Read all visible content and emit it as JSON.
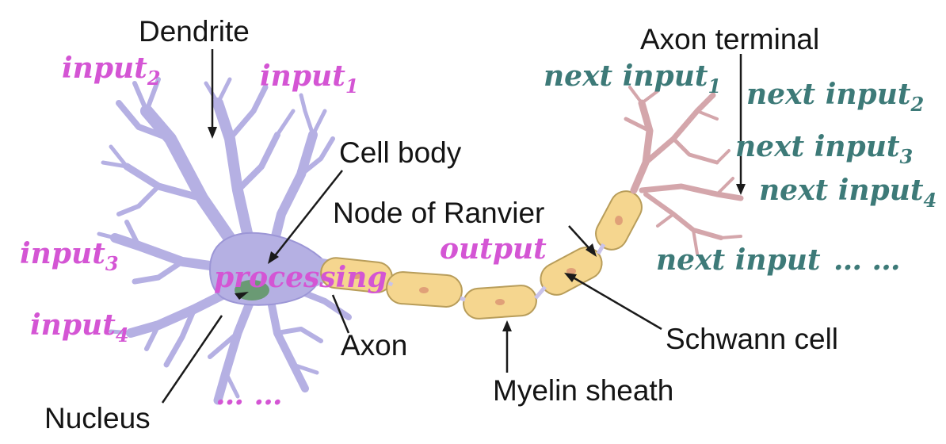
{
  "labels": {
    "dendrite": "Dendrite",
    "axon_terminal": "Axon terminal",
    "cell_body": "Cell body",
    "node_of_ranvier": "Node of Ranvier",
    "nucleus": "Nucleus",
    "axon": "Axon",
    "myelin_sheath": "Myelin sheath",
    "schwann_cell": "Schwann cell"
  },
  "annotations": {
    "inputs": [
      {
        "text": "input",
        "sub": "1"
      },
      {
        "text": "input",
        "sub": "2"
      },
      {
        "text": "input",
        "sub": "3"
      },
      {
        "text": "input",
        "sub": "4"
      }
    ],
    "inputs_more": "… …",
    "processing": "processing",
    "output": "output",
    "next_inputs": [
      {
        "text": "next input",
        "sub": "1"
      },
      {
        "text": "next input",
        "sub": "2"
      },
      {
        "text": "next input",
        "sub": "3"
      },
      {
        "text": "next input",
        "sub": "4"
      }
    ],
    "next_input_more_text": "next input",
    "next_input_more_dots": "… …"
  },
  "colors": {
    "neuron_body": "#b5b0e3",
    "neuron_outline": "#8d86c4",
    "nucleus": "#6a9a74",
    "myelin": "#f5d68f",
    "myelin_outline": "#b89d5a",
    "schwann_nucleus": "#e0a078",
    "axon_terminal": "#d4a6ab",
    "input_annotation": "#d455d4",
    "next_input_annotation": "#3d7a78"
  }
}
